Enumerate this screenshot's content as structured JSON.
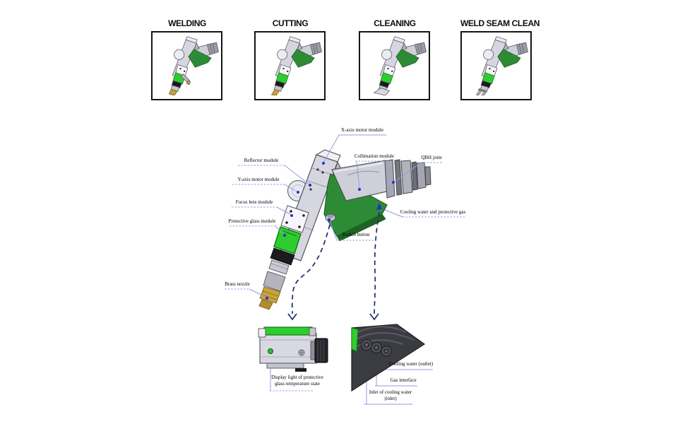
{
  "modes": [
    {
      "label": "WELDING"
    },
    {
      "label": "CUTTING"
    },
    {
      "label": "CLEANING"
    },
    {
      "label": "WELD SEAM CLEAN"
    }
  ],
  "diagram": {
    "labels": {
      "x_axis": "X-axis motor module",
      "collimation": "Collimation module",
      "qbh": "QBH joint",
      "reflector": "Reflector module",
      "y_axis": "Y-axis motor module",
      "focus": "Focus lens module",
      "protective": "Protective glass module",
      "switch": "Switch button",
      "cooling": "Cooling water and protective gas",
      "brass": "Brass nozzle"
    }
  },
  "details": {
    "left_caption_line1": "Display light of protective",
    "left_caption_line2": "glass temperature state",
    "right_outlet": "Cooling water (outlet)",
    "right_gas": "Gas interface",
    "right_inlet_line1": "Inlet of cooling water",
    "right_inlet_line2": "(inlet)"
  },
  "colors": {
    "gun_green": "#2e8b35",
    "glass_green": "#2ecc2e",
    "brass": "#c8a13c",
    "leader_line": "#9a9ae0",
    "marker_blue": "#2233cc",
    "dashed_navy": "#1c2a6e"
  }
}
